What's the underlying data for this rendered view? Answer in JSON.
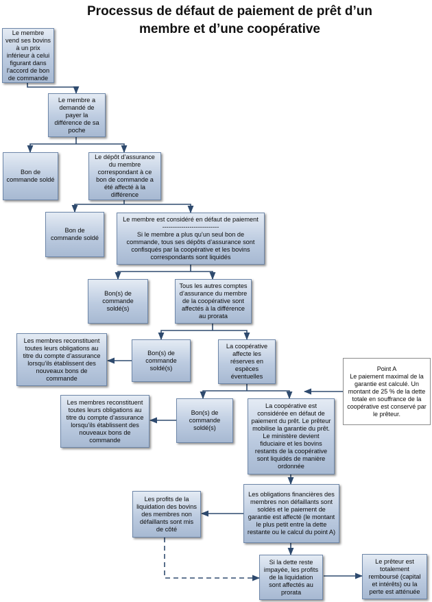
{
  "title": "Processus de défaut de paiement de prêt d’un membre et d’une coopérative",
  "nodes": {
    "n1": "Le membre vend ses bovins à un prix inférieur à celui figurant dans l’accord de bon de commande",
    "n2": "Le membre a demandé de payer la différence de sa poche",
    "n3": "Bon de commande soldé",
    "n4": "Le dépôt d’assurance du membre correspondant à ce bon de commande a été affecté à la différence",
    "n5": "Bon de commande soldé",
    "n6": "Le membre est considéré en défaut de paiement\n---------------------------\nSi le membre a plus qu’un seul bon de commande, tous ses dépôts d’assurance sont confisqués par la coopérative et les bovins correspondants sont liquidés",
    "n7": "Bon(s) de commande soldé(s)",
    "n8": "Tous les autres comptes d’assurance du membre de la coopérative sont affectés à la différence au prorata",
    "n9": "Les membres reconstituent toutes leurs obligations au titre du compte d’assurance lorsqu’ils établissent des nouveaux bons de commande",
    "n10": "Bon(s) de commande soldé(s)",
    "n11": "La coopérative affecte les réserves en espèces éventuelles",
    "n12": "Point A\nLe paiement maximal de la garantie est calculé. Un montant de 25 % de la dette totale en souffrance de la coopérative est conservé par le prêteur.",
    "n13": "Les membres reconstituent toutes leurs obligations au titre du compte d’assurance lorsqu’ils établissent des nouveaux bons de commande",
    "n14": "Bon(s) de commande soldé(s)",
    "n15": "La coopérative est considérée en défaut de paiement du prêt. Le prêteur mobilise la garantie du prêt. Le ministère devient fiduciaire et les bovins restants de la coopérative sont liquidés de manière ordonnée",
    "n16": "Les profits de la liquidation des bovins des membres non défaillants sont mis de côté",
    "n17": "Les obligations financières des membres non défaillants sont soldés et le paiement de garantie est affecté (le montant le plus petit entre la dette restante ou le calcul du point A)",
    "n18": "Si la dette reste impayée, les profits de la liquidation sont affectés au prorata",
    "n19": "Le prêteur est totalement remboursé (capital et intérêts) ou la perte est atténuée"
  }
}
